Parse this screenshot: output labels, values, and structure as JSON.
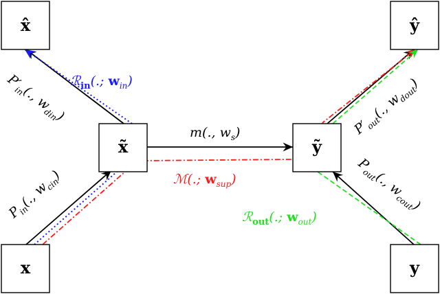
{
  "colors": {
    "black": "#000000",
    "blue": "#1a1aff",
    "red": "#ff1a1a",
    "green": "#22dd22"
  },
  "nodes": {
    "x_hat": "x̂",
    "y_hat": "ŷ",
    "x_tilde": "x̃",
    "y_tilde": "ỹ",
    "x": "x",
    "y": "y"
  },
  "labels": {
    "p_in_prime": {
      "main": "P′",
      "sub": "in",
      "args": "(., w",
      "sub2": "din",
      "close": ")"
    },
    "r_in": {
      "main": "ℛ",
      "sub": "in",
      "args": "(.; ",
      "w": "w",
      "sub2": "in",
      "close": ")"
    },
    "p_in": {
      "main": "P",
      "sub": "in",
      "args": "(., w",
      "sub2": "cin",
      "close": ")"
    },
    "m": {
      "main": "m",
      "args": "(., w",
      "sub2": "s",
      "close": ")"
    },
    "m_big": {
      "main": "ℳ",
      "args": "(.; ",
      "w": "w",
      "sub2": "sup",
      "close": ")"
    },
    "p_out_prime": {
      "main": "P′",
      "sub": "out",
      "args": "(., w",
      "sub2": "dout",
      "close": ")"
    },
    "p_out": {
      "main": "P",
      "sub": "out",
      "args": "(., w",
      "sub2": "cout",
      "close": ")"
    },
    "r_out": {
      "main": "ℛ",
      "sub": "out",
      "args": "(.; ",
      "w": "w",
      "sub2": "out",
      "close": ")"
    }
  }
}
